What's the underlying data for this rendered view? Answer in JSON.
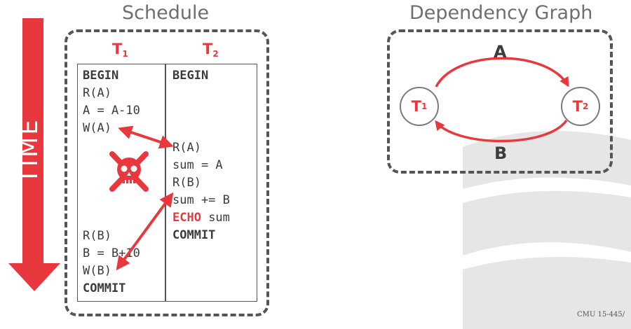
{
  "schedule": {
    "title": "Schedule",
    "t1_name": "T",
    "t1_sub": "1",
    "t2_name": "T",
    "t2_sub": "2",
    "t1_ops": [
      {
        "text": "BEGIN",
        "kind": "kw"
      },
      {
        "text": "R(A)",
        "kind": "op"
      },
      {
        "text": "A = A-10",
        "kind": "op"
      },
      {
        "text": "W(A)",
        "kind": "op"
      },
      {
        "text": "R(B)",
        "kind": "op"
      },
      {
        "text": "B = B+10",
        "kind": "op"
      },
      {
        "text": "W(B)",
        "kind": "op"
      },
      {
        "text": "COMMIT",
        "kind": "kw"
      }
    ],
    "t2_ops": [
      {
        "text": "BEGIN",
        "kind": "kw"
      },
      {
        "text": "R(A)",
        "kind": "op"
      },
      {
        "text": "sum = A",
        "kind": "op"
      },
      {
        "text": "R(B)",
        "kind": "op"
      },
      {
        "text": "sum += B",
        "kind": "op"
      },
      {
        "keyword": "ECHO",
        "rest": " sum",
        "kind": "echo"
      },
      {
        "text": "COMMIT",
        "kind": "kw"
      }
    ]
  },
  "time_label": "TIME",
  "graph": {
    "title": "Dependency Graph",
    "node1": {
      "name": "T",
      "sub": "1"
    },
    "node2": {
      "name": "T",
      "sub": "2"
    },
    "edge_top": "A",
    "edge_bottom": "B"
  },
  "footer": "CMU 15-445/",
  "colors": {
    "accent": "#e8383d",
    "border": "#555555",
    "text": "#3c3c3c"
  }
}
